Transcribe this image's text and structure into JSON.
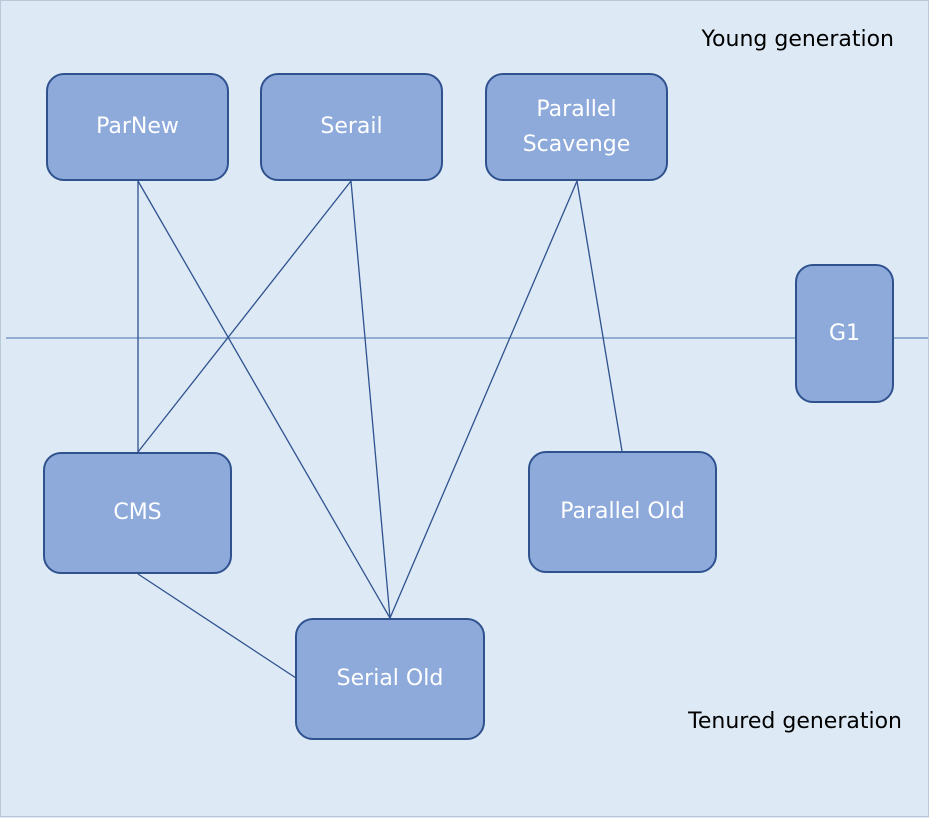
{
  "labels": {
    "young_generation": "Young generation",
    "tenured_generation": "Tenured generation"
  },
  "collectors": {
    "parnew": "ParNew",
    "serail": "Serail",
    "parallel_scavenge": "Parallel Scavenge",
    "g1": "G1",
    "cms": "CMS",
    "parallel_old": "Parallel Old",
    "serial_old": "Serial Old"
  },
  "colors": {
    "background": "#dde9f5",
    "box_fill": "#8eaadb",
    "box_border": "#2f528f",
    "line": "#2f528f",
    "text": "#ffffff"
  }
}
